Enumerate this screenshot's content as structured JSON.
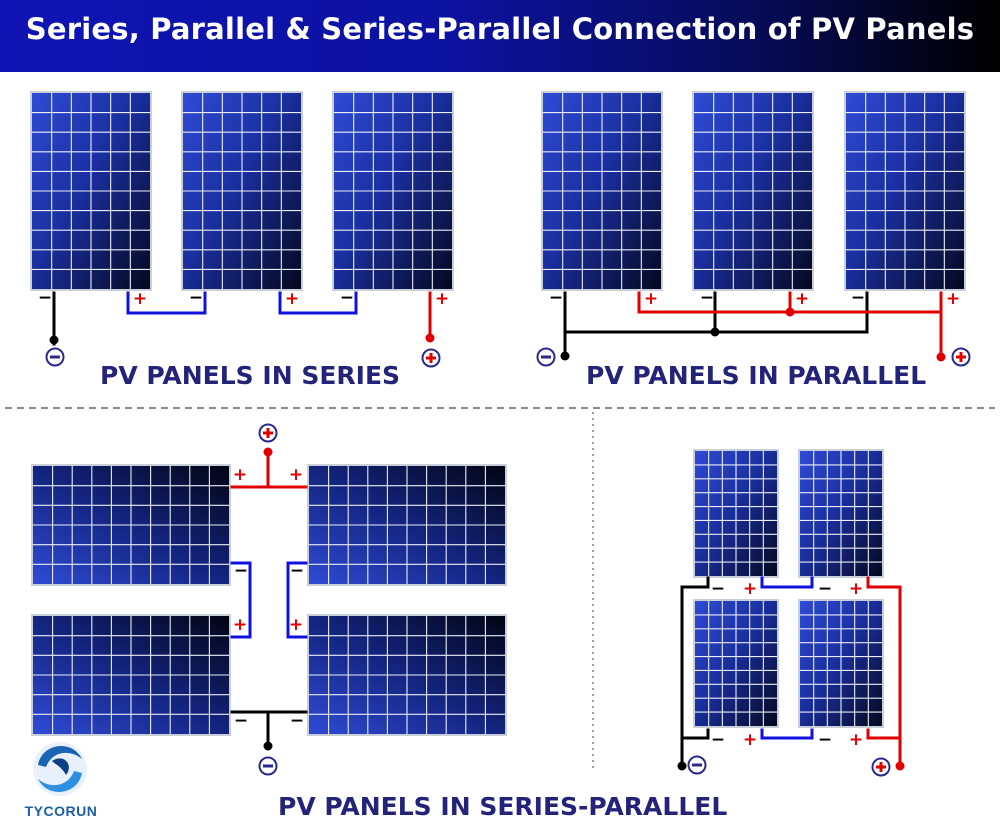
{
  "title": "Series, Parallel & Series-Parallel Connection of PV Panels",
  "captions": {
    "series": "PV PANELS IN SERIES",
    "parallel": "PV PANELS IN PARALLEL",
    "series_parallel": "PV PANELS IN SERIES-PARALLEL"
  },
  "brand": "TYCORUN",
  "terminals": {
    "positive": "+",
    "negative": "−"
  },
  "colors": {
    "banner": "#0f14b4",
    "caption": "#23237a",
    "positive_wire": "#e00000",
    "series_link_wire": "#1010e0",
    "negative_wire": "#000000",
    "panel_cell": "#1a2fa0",
    "terminal_badge": "#2a2a8e"
  }
}
